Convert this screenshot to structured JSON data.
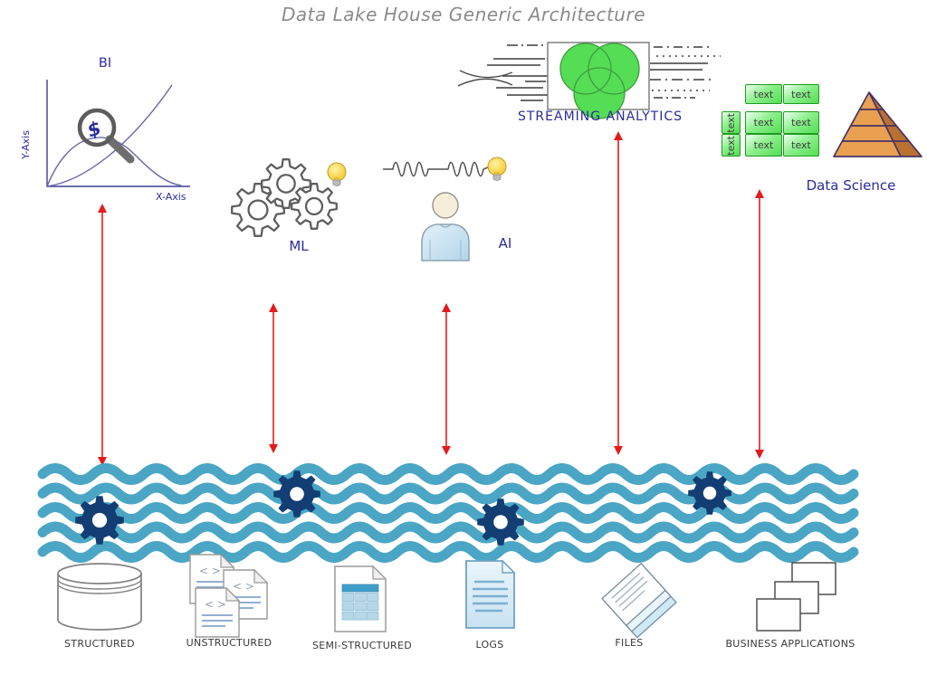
{
  "title": "Data Lake House Generic Architecture",
  "bi": {
    "label": "BI",
    "y_axis": "Y-Axis",
    "x_axis": "X-Axis",
    "magnifier_symbol": "$"
  },
  "ml": {
    "label": "ML"
  },
  "ai": {
    "label": "AI"
  },
  "streaming": {
    "label": "STREAMING ANALYTICS"
  },
  "data_science": {
    "label": "Data Science",
    "cell_text": "text"
  },
  "sources": [
    {
      "label": "STRUCTURED"
    },
    {
      "label": "UNSTRUCTURED",
      "glyph": "< >"
    },
    {
      "label": "SEMI-STRUCTURED"
    },
    {
      "label": "LOGS"
    },
    {
      "label": "FILES"
    },
    {
      "label": "BUSINESS APPLICATIONS"
    }
  ],
  "colors": {
    "title_gray": "#8a8a8a",
    "label_navy": "#2b2b9d",
    "arrow_red": "#e61a1a",
    "wave_blue": "#4aa6c4",
    "gear_navy": "#123e74",
    "venn_green": "#55dd55",
    "cell_green_border": "#1f9b1f",
    "pyramid_orange": "#e9a050",
    "source_label_gray": "#383838"
  }
}
